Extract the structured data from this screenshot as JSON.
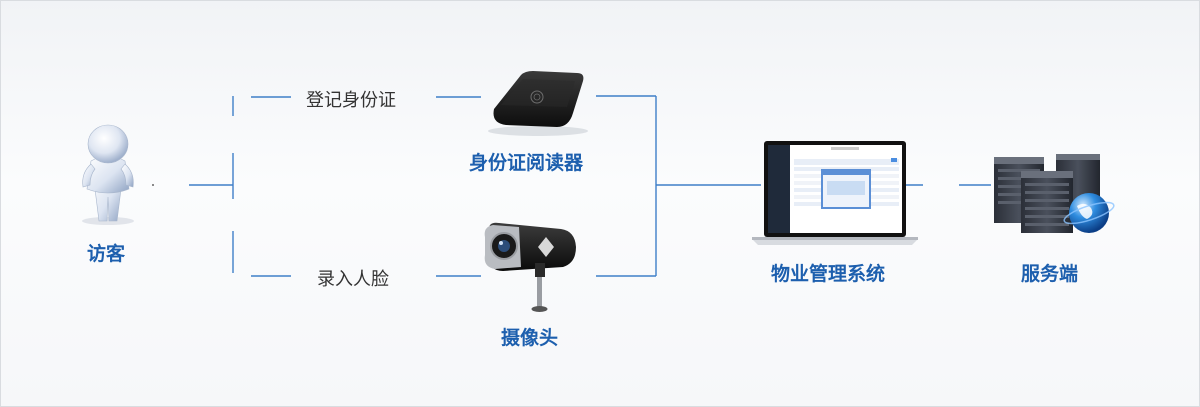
{
  "nodes": {
    "visitor": "访客",
    "id_reader": "身份证阅读器",
    "camera": "摄像头",
    "property_system": "物业管理系统",
    "server": "服务端"
  },
  "edges": {
    "register_id": "登记身份证",
    "enter_face": "录入人脸"
  },
  "colors": {
    "connector": "#3f7fc8",
    "node_title": "#1d5fae",
    "edge_label": "#333333"
  },
  "icons": {
    "visitor": "person-figure-icon",
    "id_reader": "card-reader-device-icon",
    "camera": "webcam-on-stand-icon",
    "property_system": "laptop-app-icon",
    "server": "server-rack-globe-icon"
  }
}
